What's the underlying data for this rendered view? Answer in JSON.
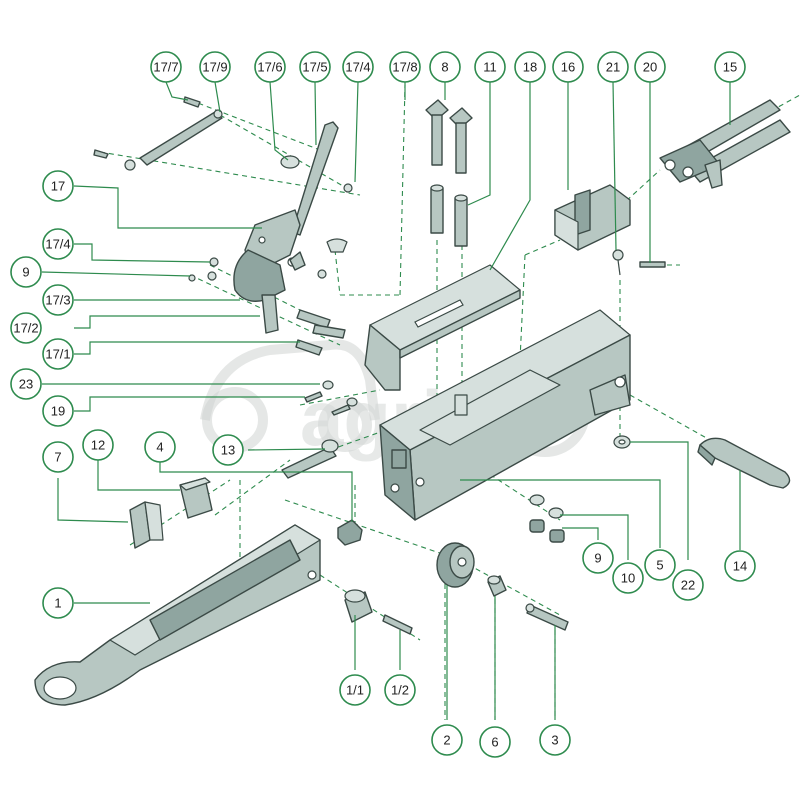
{
  "watermark": {
    "text": "agrid"
  },
  "callouts": [
    {
      "id": "c-17-7",
      "label": "17/7"
    },
    {
      "id": "c-17-9",
      "label": "17/9"
    },
    {
      "id": "c-17-6",
      "label": "17/6"
    },
    {
      "id": "c-17-5",
      "label": "17/5"
    },
    {
      "id": "c-17-4a",
      "label": "17/4"
    },
    {
      "id": "c-17-8",
      "label": "17/8"
    },
    {
      "id": "c-8",
      "label": "8"
    },
    {
      "id": "c-11",
      "label": "11"
    },
    {
      "id": "c-18",
      "label": "18"
    },
    {
      "id": "c-16",
      "label": "16"
    },
    {
      "id": "c-21",
      "label": "21"
    },
    {
      "id": "c-20",
      "label": "20"
    },
    {
      "id": "c-15",
      "label": "15"
    },
    {
      "id": "c-17",
      "label": "17"
    },
    {
      "id": "c-17-4b",
      "label": "17/4"
    },
    {
      "id": "c-9a",
      "label": "9"
    },
    {
      "id": "c-17-3",
      "label": "17/3"
    },
    {
      "id": "c-17-2",
      "label": "17/2"
    },
    {
      "id": "c-17-1",
      "label": "17/1"
    },
    {
      "id": "c-23",
      "label": "23"
    },
    {
      "id": "c-19",
      "label": "19"
    },
    {
      "id": "c-13",
      "label": "13"
    },
    {
      "id": "c-7",
      "label": "7"
    },
    {
      "id": "c-12",
      "label": "12"
    },
    {
      "id": "c-4",
      "label": "4"
    },
    {
      "id": "c-1",
      "label": "1"
    },
    {
      "id": "c-1-1",
      "label": "1/1"
    },
    {
      "id": "c-1-2",
      "label": "1/2"
    },
    {
      "id": "c-2",
      "label": "2"
    },
    {
      "id": "c-6",
      "label": "6"
    },
    {
      "id": "c-3",
      "label": "3"
    },
    {
      "id": "c-9b",
      "label": "9"
    },
    {
      "id": "c-10",
      "label": "10"
    },
    {
      "id": "c-5",
      "label": "5"
    },
    {
      "id": "c-22",
      "label": "22"
    },
    {
      "id": "c-14",
      "label": "14"
    }
  ]
}
